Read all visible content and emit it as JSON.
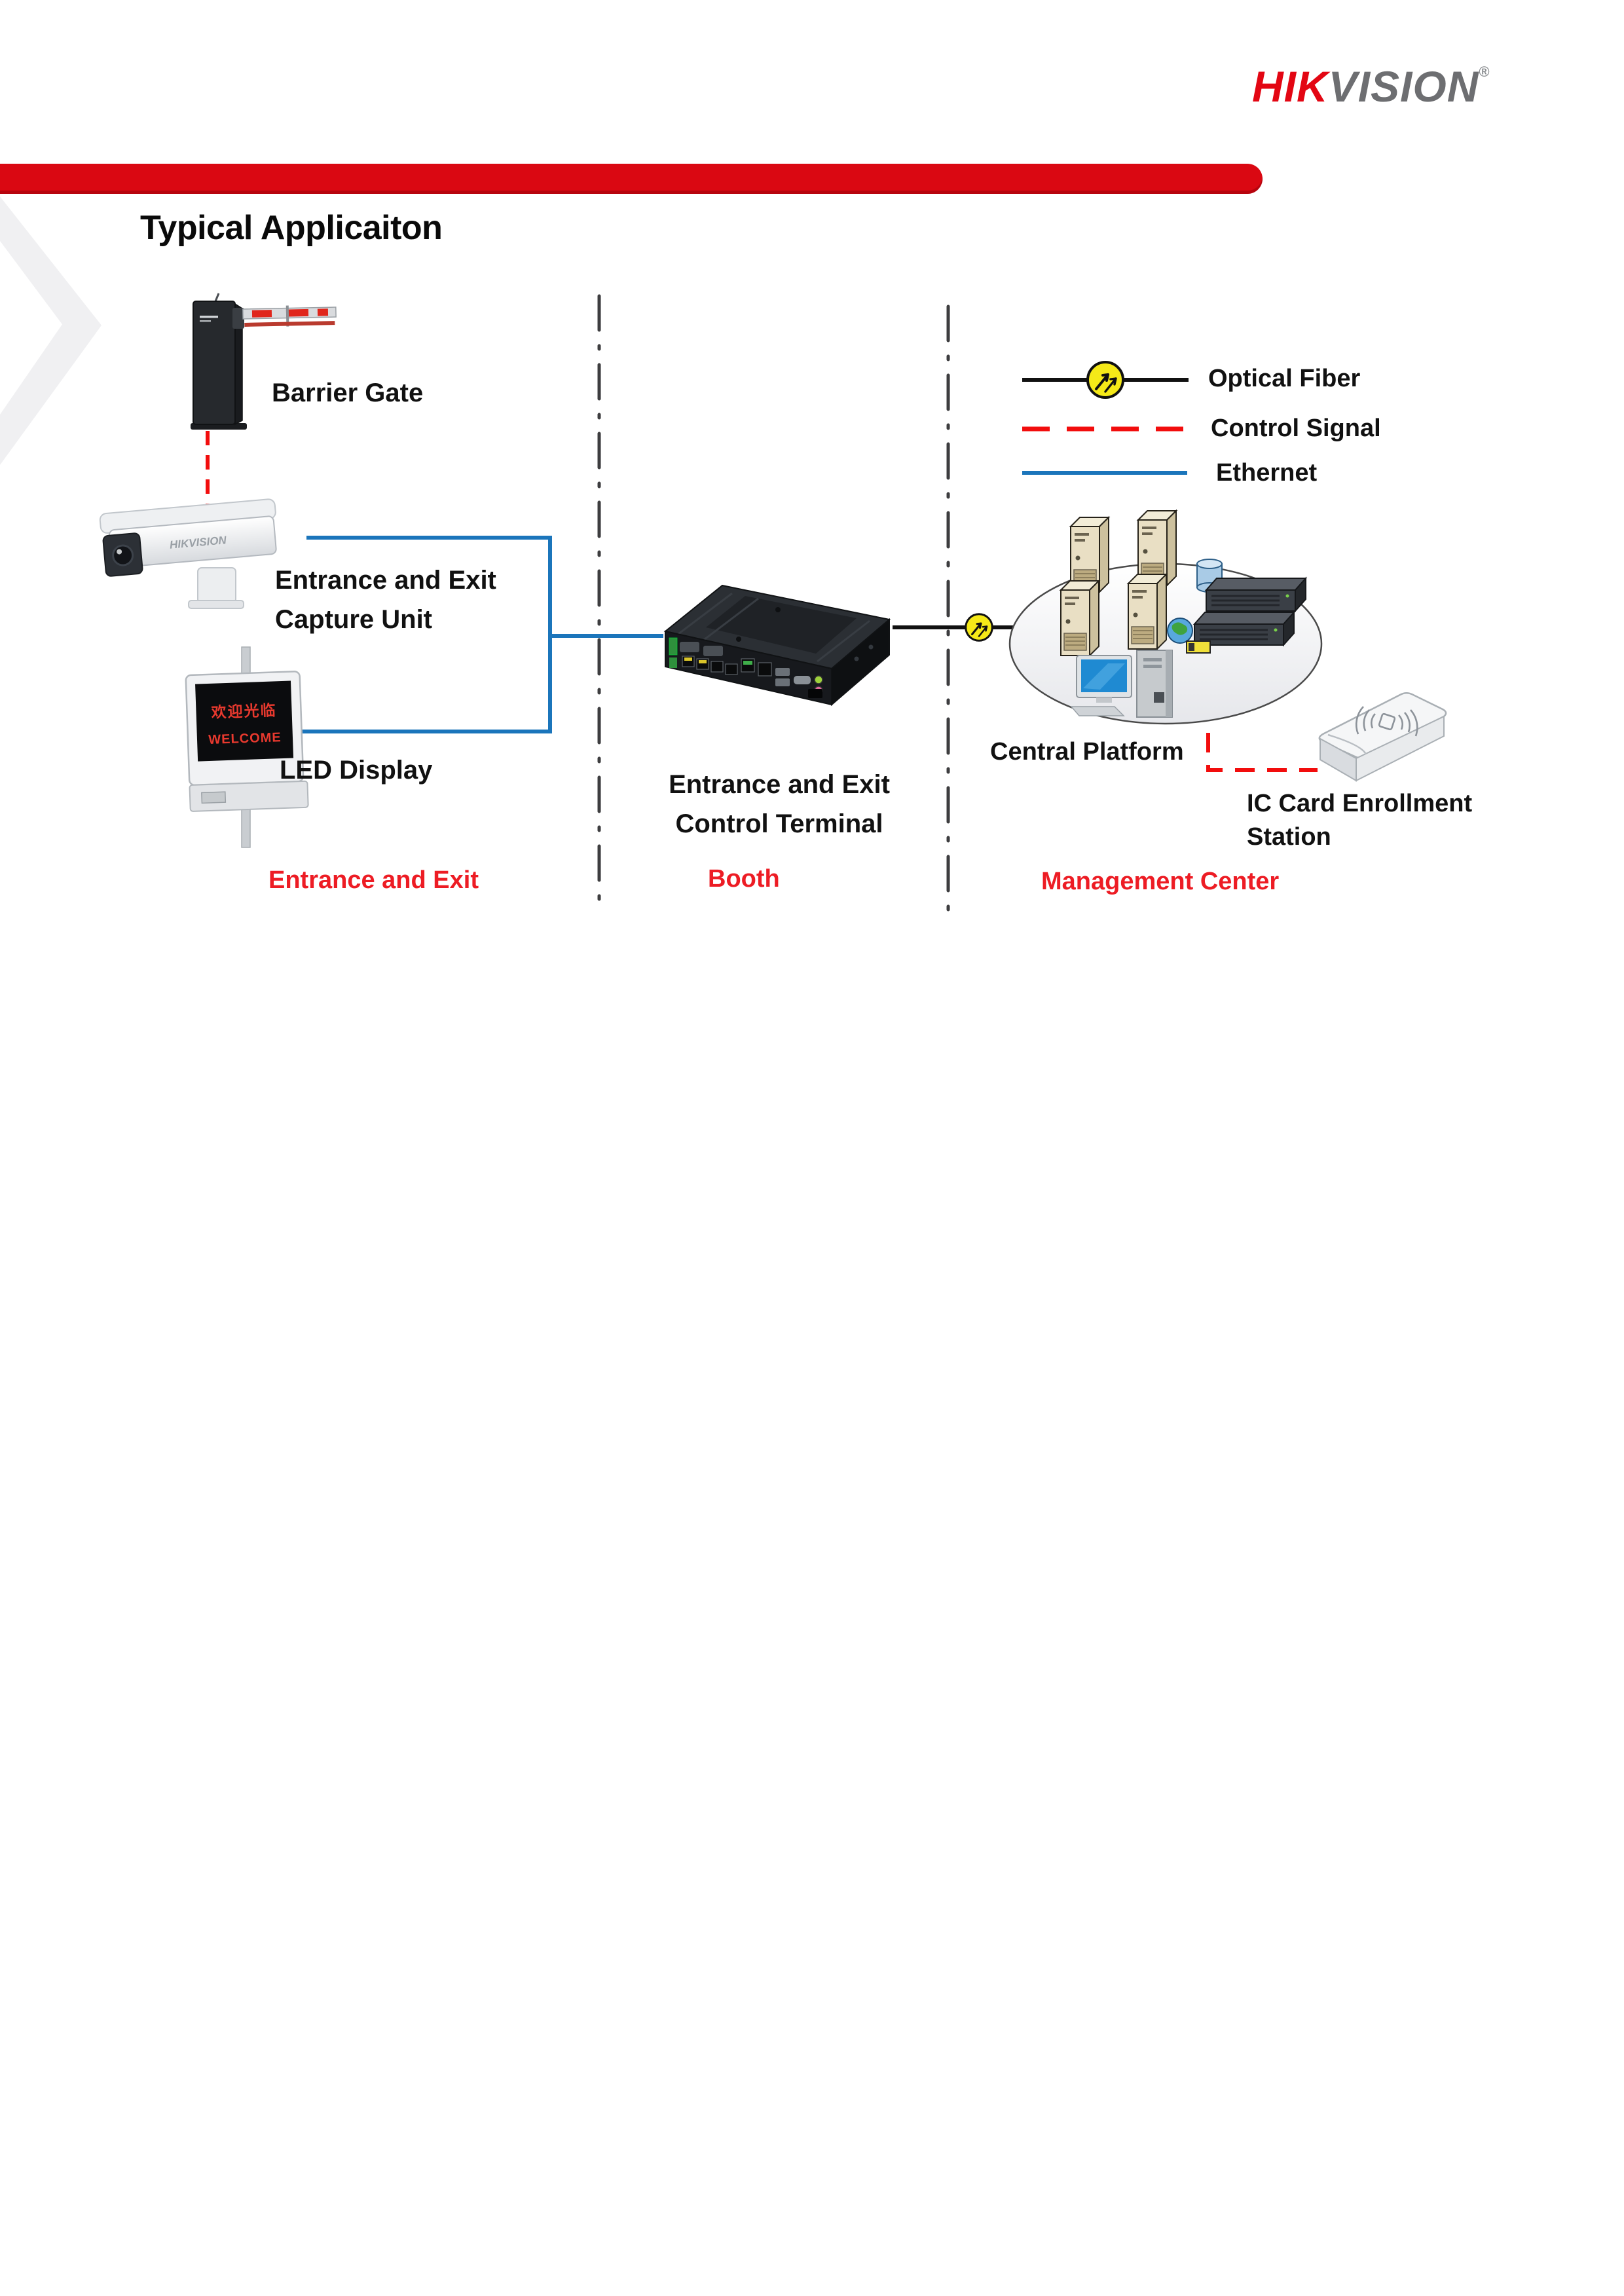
{
  "brand": {
    "logo_red": "HIK",
    "logo_gray": "VISION",
    "registered": "®"
  },
  "page": {
    "title": "Typical Applicaiton"
  },
  "legend": {
    "optical_fiber": "Optical Fiber",
    "control_signal": "Control Signal",
    "ethernet": "Ethernet"
  },
  "devices": {
    "barrier_gate": "Barrier Gate",
    "capture_unit_line1": "Entrance and Exit",
    "capture_unit_line2": "Capture Unit",
    "led_display": "LED Display",
    "terminal_line1": "Entrance and Exit",
    "terminal_line2": "Control Terminal",
    "central_platform": "Central Platform",
    "ic_card_line1": "IC Card Enrollment",
    "ic_card_line2": "Station",
    "camera_brand": "HIKVISION",
    "led_screen_line1": "欢迎光临",
    "led_screen_line2": "WELCOME"
  },
  "sections": {
    "entrance": "Entrance and Exit",
    "booth": "Booth",
    "management": "Management Center"
  },
  "colors": {
    "brand_red": "#e30613",
    "logo_gray": "#6d6e71",
    "header_bar_red": "#da0812",
    "section_label_red": "#ed1c24",
    "ethernet_blue": "#1b75bb",
    "control_signal_red": "#ff0d0d",
    "optical_fiber_black": "#111111",
    "fiber_node_yellow": "#f5e918"
  }
}
